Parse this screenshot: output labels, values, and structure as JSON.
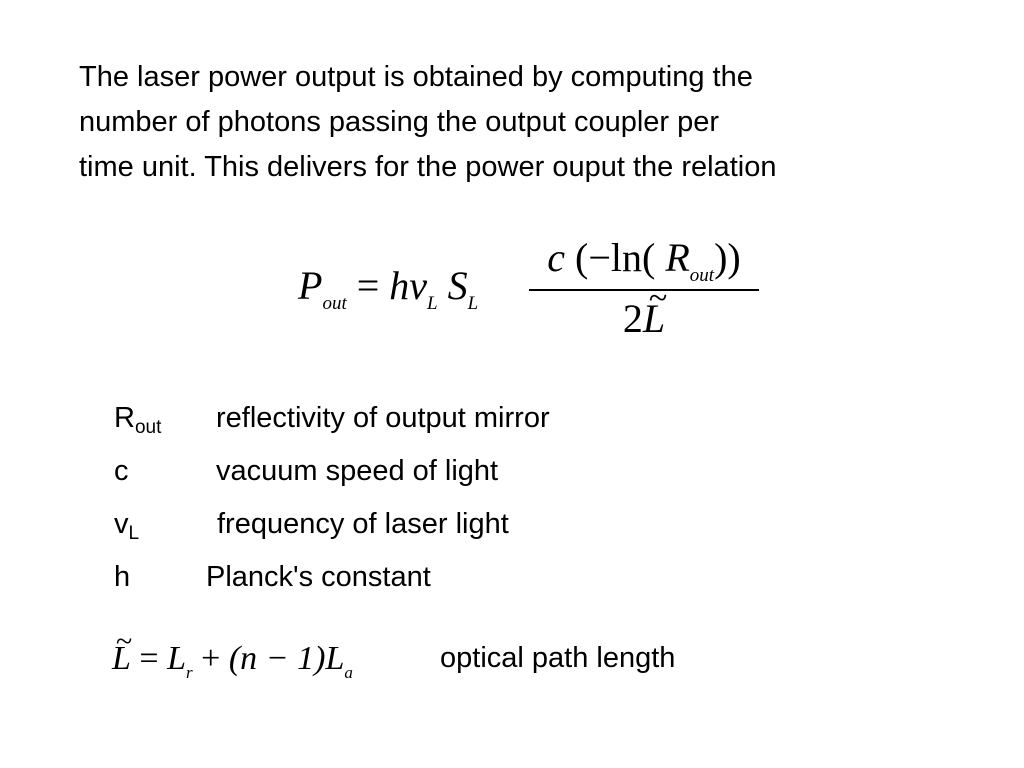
{
  "intro": {
    "line1": "The laser power output is obtained by computing the",
    "line2": "number of photons passing the output coupler per",
    "line3": "time unit. This delivers for the power ouput the relation"
  },
  "formula_main": {
    "P": "P",
    "P_sub": "out",
    "equals": "=",
    "h": "h",
    "nu": "ν",
    "nu_sub": "L",
    "S": "S",
    "S_sub": "L",
    "num_c": "c",
    "num_open": "(−ln(",
    "num_R": "R",
    "num_R_sub": "out",
    "num_close": "))",
    "den_2": "2",
    "den_L": "L",
    "tilde": "~"
  },
  "definitions": [
    {
      "symbol": "R",
      "symbol_sub": "out",
      "description": "reflectivity of output  mirror"
    },
    {
      "symbol": "c",
      "symbol_sub": "",
      "description": "vacuum speed of light"
    },
    {
      "symbol": "v",
      "symbol_sub": "L",
      "description": "frequency of laser light"
    },
    {
      "symbol": "h",
      "symbol_sub": "",
      "description": "Planck's constant"
    }
  ],
  "formula_path": {
    "L": "L",
    "tilde": "~",
    "equals": "=",
    "Lr": "L",
    "Lr_sub": "r",
    "plus": "+",
    "paren": "(n − 1)",
    "La": "L",
    "La_sub": "a",
    "label": "optical path length"
  }
}
